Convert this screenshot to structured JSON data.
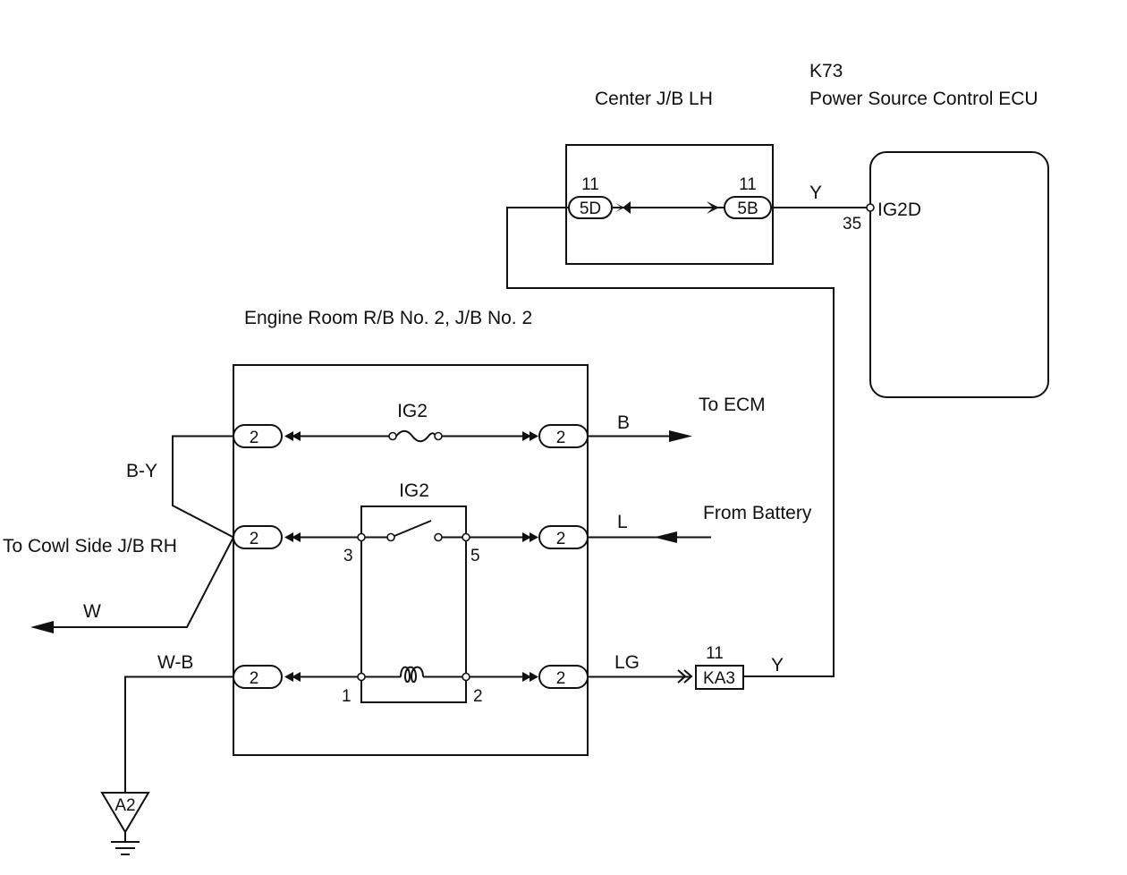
{
  "components": {
    "ecu_code": "K73",
    "ecu_name": "Power Source Control ECU",
    "center_jb": "Center J/B LH",
    "engine_rb": "Engine Room R/B No. 2, J/B No. 2"
  },
  "connectors": {
    "c5d": "5D",
    "c5b": "5B",
    "c5d_pin": "11",
    "c5b_pin": "11",
    "ka3": "KA3",
    "ka3_pin": "11",
    "row_pin": "2",
    "ground": "A2"
  },
  "ecu": {
    "terminal": "IG2D",
    "terminal_pin": "35"
  },
  "wires": {
    "y_top": "Y",
    "y_bottom": "Y",
    "b": "B",
    "l": "L",
    "lg": "LG",
    "by": "B-Y",
    "w": "W",
    "wb": "W-B"
  },
  "fuse": {
    "label": "IG2"
  },
  "relay": {
    "label": "IG2",
    "pin3": "3",
    "pin5": "5",
    "pin1": "1",
    "pin2": "2"
  },
  "destinations": {
    "to_ecm": "To ECM",
    "from_battery": "From Battery",
    "to_cowl": "To Cowl Side J/B RH"
  }
}
